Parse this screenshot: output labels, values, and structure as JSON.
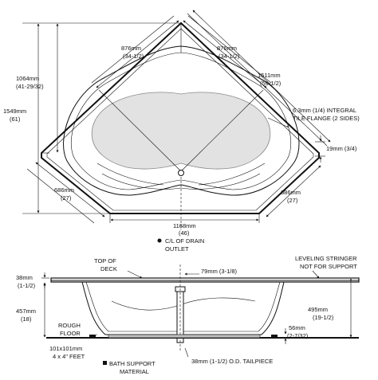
{
  "plan": {
    "dim_1064": "1064mm",
    "dim_1064_in": "(41-29/32)",
    "dim_1549": "1549mm",
    "dim_1549_in": "(61)",
    "dim_876_left": "876mm",
    "dim_876_left_in": "(34-1/2)",
    "dim_876_right": "876mm",
    "dim_876_right_in": "(34-1/2)",
    "dim_1511": "1511mm",
    "dim_1511_in": "(59-1/2)",
    "tile_flange_1": "6.3mm (1/4) INTEGRAL",
    "tile_flange_2": "TILE FLANGE (2 SIDES)",
    "dim_19": "19mm (3/4)",
    "dim_686_left": "686mm",
    "dim_686_left_in": "(27)",
    "dim_686_right": "686mm",
    "dim_686_right_in": "(27)",
    "dim_1168": "1168mm",
    "dim_1168_in": "(46)",
    "drain_1": "C/L OF DRAIN",
    "drain_2": "OUTLET"
  },
  "elevation": {
    "top_of_deck_1": "TOP OF",
    "top_of_deck_2": "DECK",
    "dim_79": "79mm (3-1/8)",
    "leveling_1": "LEVELING STRINGER",
    "leveling_2": "NOT FOR SUPPORT",
    "dim_38": "38mm",
    "dim_38_in": "(1-1/2)",
    "dim_457": "457mm",
    "dim_457_in": "(18)",
    "dim_495": "495mm",
    "dim_495_in": "(19-1/2)",
    "rough_floor_1": "ROUGH",
    "rough_floor_2": "FLOOR",
    "dim_56": "56mm",
    "dim_56_in": "(2-7/32)",
    "feet_1": "101x101mm",
    "feet_2": "4 x 4\" FEET",
    "bath_support_1": "BATH SUPPORT",
    "bath_support_2": "MATERIAL",
    "tailpiece": "38mm (1-1/2) O.D. TAILPIECE"
  }
}
